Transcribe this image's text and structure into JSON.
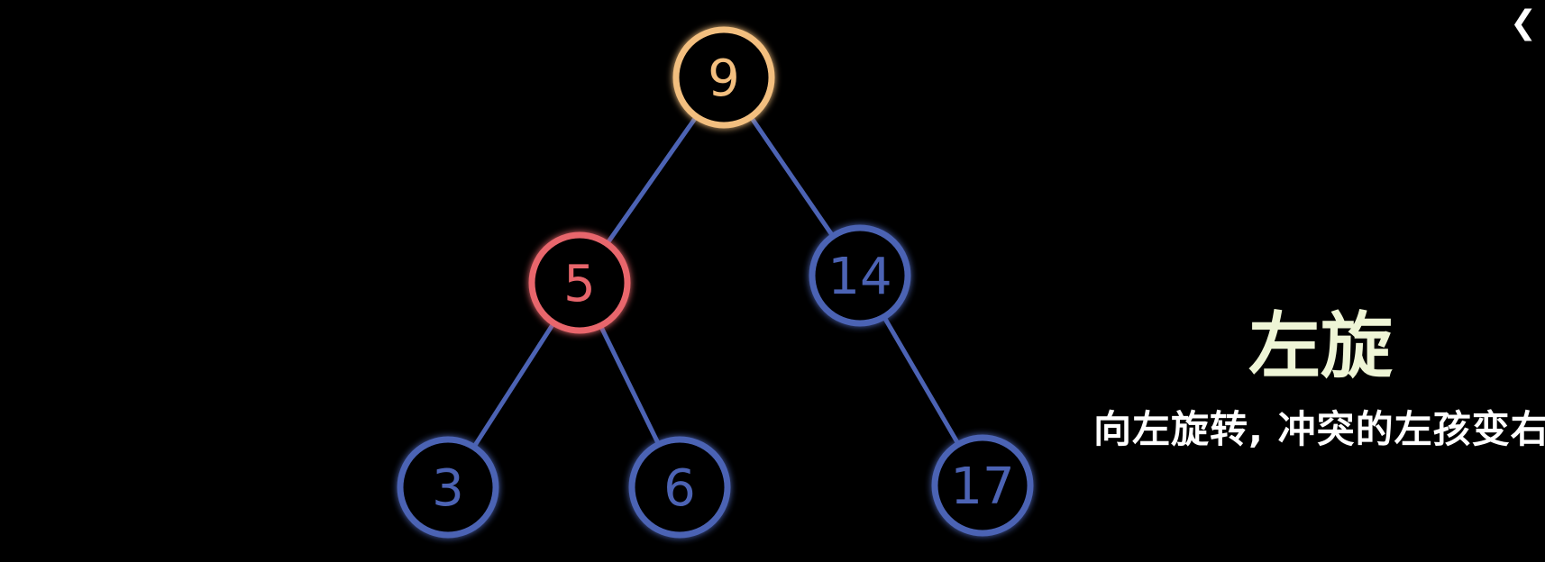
{
  "tree": {
    "nodes": [
      {
        "id": "n9",
        "label": "9",
        "role": "root",
        "color": "#f3bf7f"
      },
      {
        "id": "n5",
        "label": "5",
        "role": "highlighted",
        "color": "#e8666c"
      },
      {
        "id": "n14",
        "label": "14",
        "role": "normal",
        "color": "#4c63b4"
      },
      {
        "id": "n3",
        "label": "3",
        "role": "normal",
        "color": "#4c63b4"
      },
      {
        "id": "n6",
        "label": "6",
        "role": "normal",
        "color": "#4c63b4"
      },
      {
        "id": "n17",
        "label": "17",
        "role": "normal",
        "color": "#4c63b4"
      }
    ],
    "edges": [
      [
        "n9",
        "n5"
      ],
      [
        "n9",
        "n14"
      ],
      [
        "n5",
        "n3"
      ],
      [
        "n5",
        "n6"
      ],
      [
        "n14",
        "n17"
      ]
    ],
    "edge_color": "#4c63b4"
  },
  "caption": {
    "title": "左旋",
    "title_color": "#eef5d6",
    "subtitle": "向左旋转, 冲突的左孩变右孩"
  },
  "nav": {
    "back_icon": "chevron-left-icon"
  }
}
